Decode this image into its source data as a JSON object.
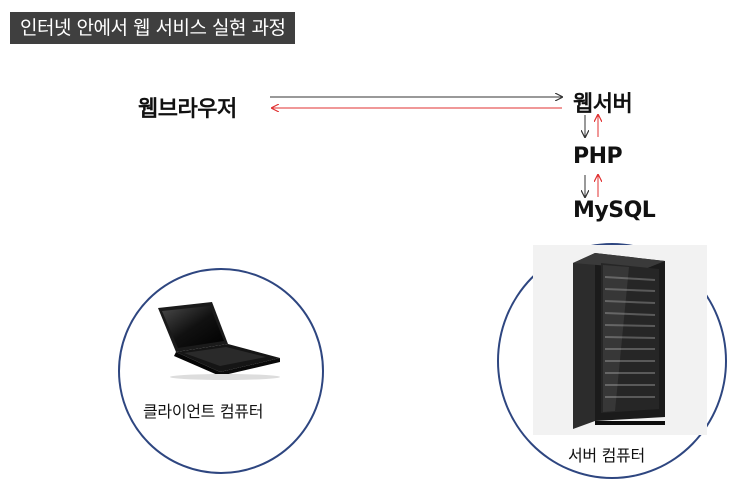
{
  "title": "인터넷 안에서 웹 서비스 실현 과정",
  "nodes": {
    "browser": "웹브라우저",
    "web_server": "웹서버",
    "php": "PHP",
    "mysql": "MySQL"
  },
  "circles": {
    "client": "클라이언트 컴퓨터",
    "server": "서버 컴퓨터"
  },
  "colors": {
    "title_bg": "#3f3f3f",
    "request_arrow": "#333333",
    "response_arrow": "#e03030",
    "circle_border": "#2e4680"
  }
}
